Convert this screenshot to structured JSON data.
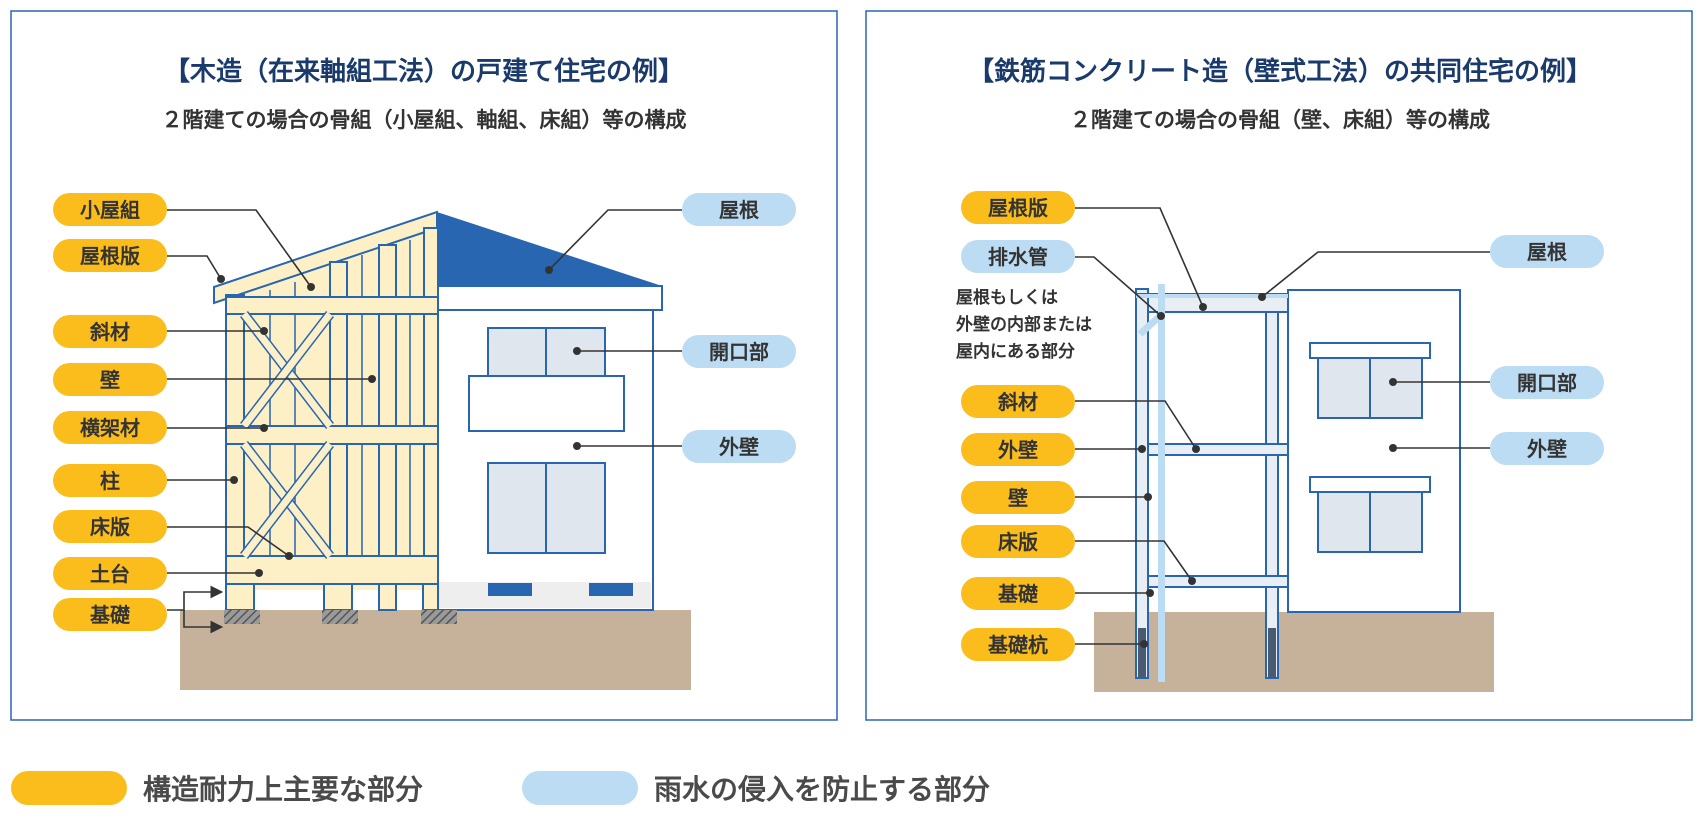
{
  "colors": {
    "structural": "#fbbd1b",
    "rainwater": "#bcdcf4",
    "frame_blue": "#2866b1",
    "wood": "#fdefc6",
    "ground": "#c6b29a",
    "panel_border": "#2866b1"
  },
  "left_panel": {
    "title": "【木造（在来軸組工法）の戸建て住宅の例】",
    "subtitle": "２階建ての場合の骨組（小屋組、軸組、床組）等の構成",
    "labels": [
      "小屋組",
      "屋根版",
      "斜材",
      "壁",
      "横架材",
      "柱",
      "床版",
      "土台",
      "基礎",
      "屋根",
      "開口部",
      "外壁"
    ]
  },
  "right_panel": {
    "title": "【鉄筋コンクリート造（壁式工法）の共同住宅の例】",
    "subtitle": "２階建ての場合の骨組（壁、床組）等の構成",
    "labels": [
      "屋根版",
      "排水管",
      "斜材",
      "外壁",
      "壁",
      "床版",
      "基礎",
      "基礎杭",
      "屋根",
      "開口部",
      "外壁"
    ],
    "note": [
      "屋根もしくは",
      "外壁の内部または",
      "屋内にある部分"
    ]
  },
  "legend": {
    "structural": "構造耐力上主要な部分",
    "rainwater": "雨水の侵入を防止する部分"
  }
}
